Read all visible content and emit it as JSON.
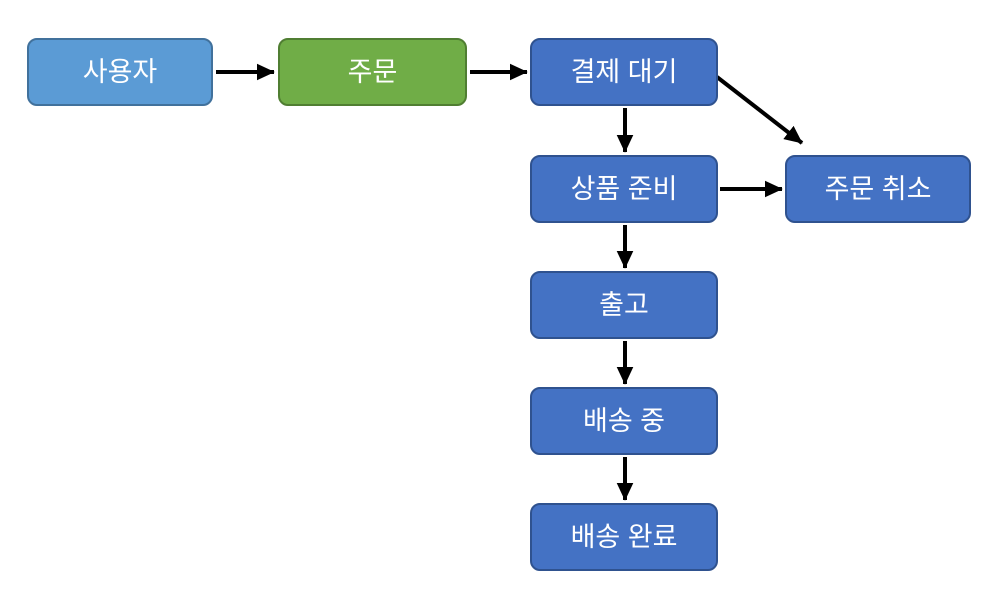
{
  "diagram": {
    "type": "flowchart",
    "language": "ko",
    "colors": {
      "background": "#ffffff",
      "text": "#ffffff",
      "arrow": "#000000",
      "user_fill": "#5B9BD5",
      "user_border": "#41719C",
      "order_fill": "#70AD47",
      "order_border": "#507E32",
      "state_fill": "#4472C4",
      "state_border": "#2F528F"
    },
    "nodes": [
      {
        "id": "user",
        "label": "사용자",
        "kind": "actor"
      },
      {
        "id": "order",
        "label": "주문",
        "kind": "action"
      },
      {
        "id": "payment-pending",
        "label": "결제 대기",
        "kind": "state"
      },
      {
        "id": "item-preparing",
        "label": "상품 준비",
        "kind": "state"
      },
      {
        "id": "order-cancelled",
        "label": "주문 취소",
        "kind": "state"
      },
      {
        "id": "shipped-out",
        "label": "출고",
        "kind": "state"
      },
      {
        "id": "in-delivery",
        "label": "배송 중",
        "kind": "state"
      },
      {
        "id": "delivery-complete",
        "label": "배송 완료",
        "kind": "state"
      }
    ],
    "edges": [
      {
        "from": "사용자",
        "to": "주문",
        "direction": "right"
      },
      {
        "from": "주문",
        "to": "결제 대기",
        "direction": "right"
      },
      {
        "from": "결제 대기",
        "to": "상품 준비",
        "direction": "down"
      },
      {
        "from": "결제 대기",
        "to": "주문 취소",
        "direction": "down-right"
      },
      {
        "from": "상품 준비",
        "to": "주문 취소",
        "direction": "right"
      },
      {
        "from": "상품 준비",
        "to": "출고",
        "direction": "down"
      },
      {
        "from": "출고",
        "to": "배송 중",
        "direction": "down"
      },
      {
        "from": "배송 중",
        "to": "배송 완료",
        "direction": "down"
      }
    ]
  }
}
